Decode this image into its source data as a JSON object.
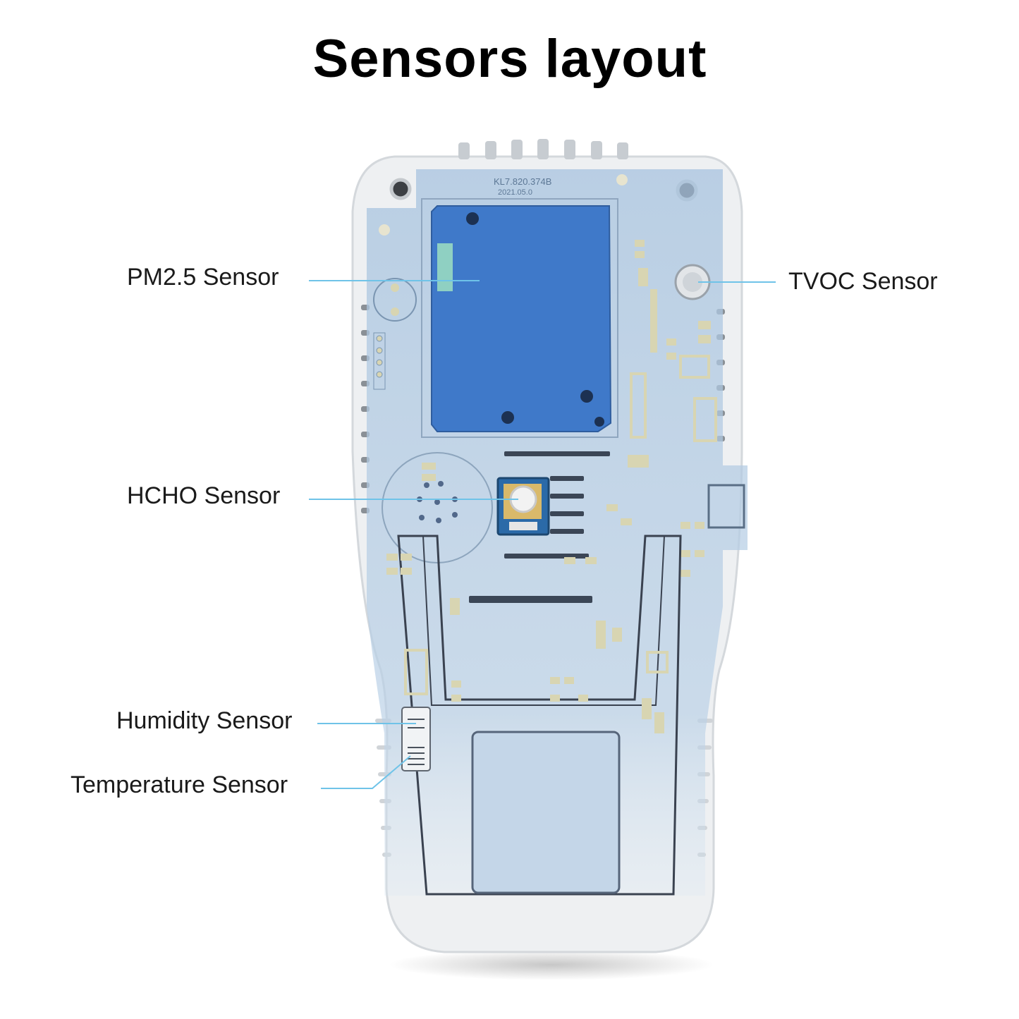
{
  "title": "Sensors layout",
  "board": {
    "model_code": "KL7.820.374B",
    "date_code": "2021.05.0"
  },
  "labels": {
    "pm25": "PM2.5 Sensor",
    "tvoc": "TVOC Sensor",
    "hcho": "HCHO Sensor",
    "humidity": "Humidity Sensor",
    "temperature": "Temperature Sensor"
  },
  "colors": {
    "leader_line": "#6fc3e8",
    "housing": "#eef0f2",
    "pcb_overlay": "#a9c4df",
    "pm_module": "#3f79c9"
  }
}
